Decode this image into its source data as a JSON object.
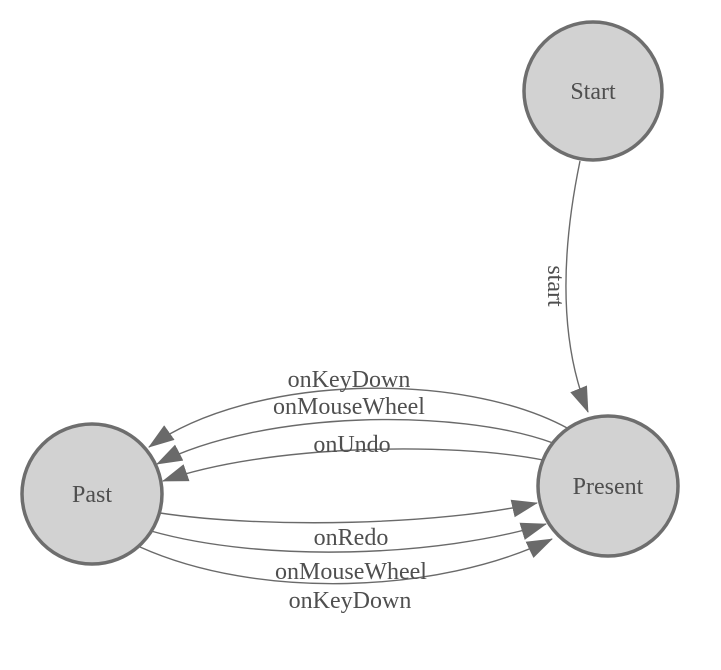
{
  "diagram": {
    "type": "finite-state-machine",
    "colors": {
      "background": "#ffffff",
      "node_fill": "#d2d2d2",
      "node_stroke": "#6e6e6e",
      "edge": "#6a6a6a",
      "text": "#4f4f4f"
    },
    "nodes": [
      {
        "id": "start",
        "label": "Start"
      },
      {
        "id": "present",
        "label": "Present"
      },
      {
        "id": "past",
        "label": "Past"
      }
    ],
    "edges": [
      {
        "id": "start-to-present",
        "label": "start",
        "from": "Start",
        "to": "Present"
      },
      {
        "id": "present-to-past-keydown",
        "label": "onKeyDown",
        "from": "Present",
        "to": "Past"
      },
      {
        "id": "present-to-past-mousewheel",
        "label": "onMouseWheel",
        "from": "Present",
        "to": "Past"
      },
      {
        "id": "present-to-past-undo",
        "label": "onUndo",
        "from": "Present",
        "to": "Past"
      },
      {
        "id": "past-to-present-redo",
        "label": "onRedo",
        "from": "Past",
        "to": "Present"
      },
      {
        "id": "past-to-present-mousewheel",
        "label": "onMouseWheel",
        "from": "Past",
        "to": "Present"
      },
      {
        "id": "past-to-present-keydown",
        "label": "onKeyDown",
        "from": "Past",
        "to": "Present"
      }
    ],
    "icons": {
      "arrowhead": "solid-triangle"
    }
  }
}
